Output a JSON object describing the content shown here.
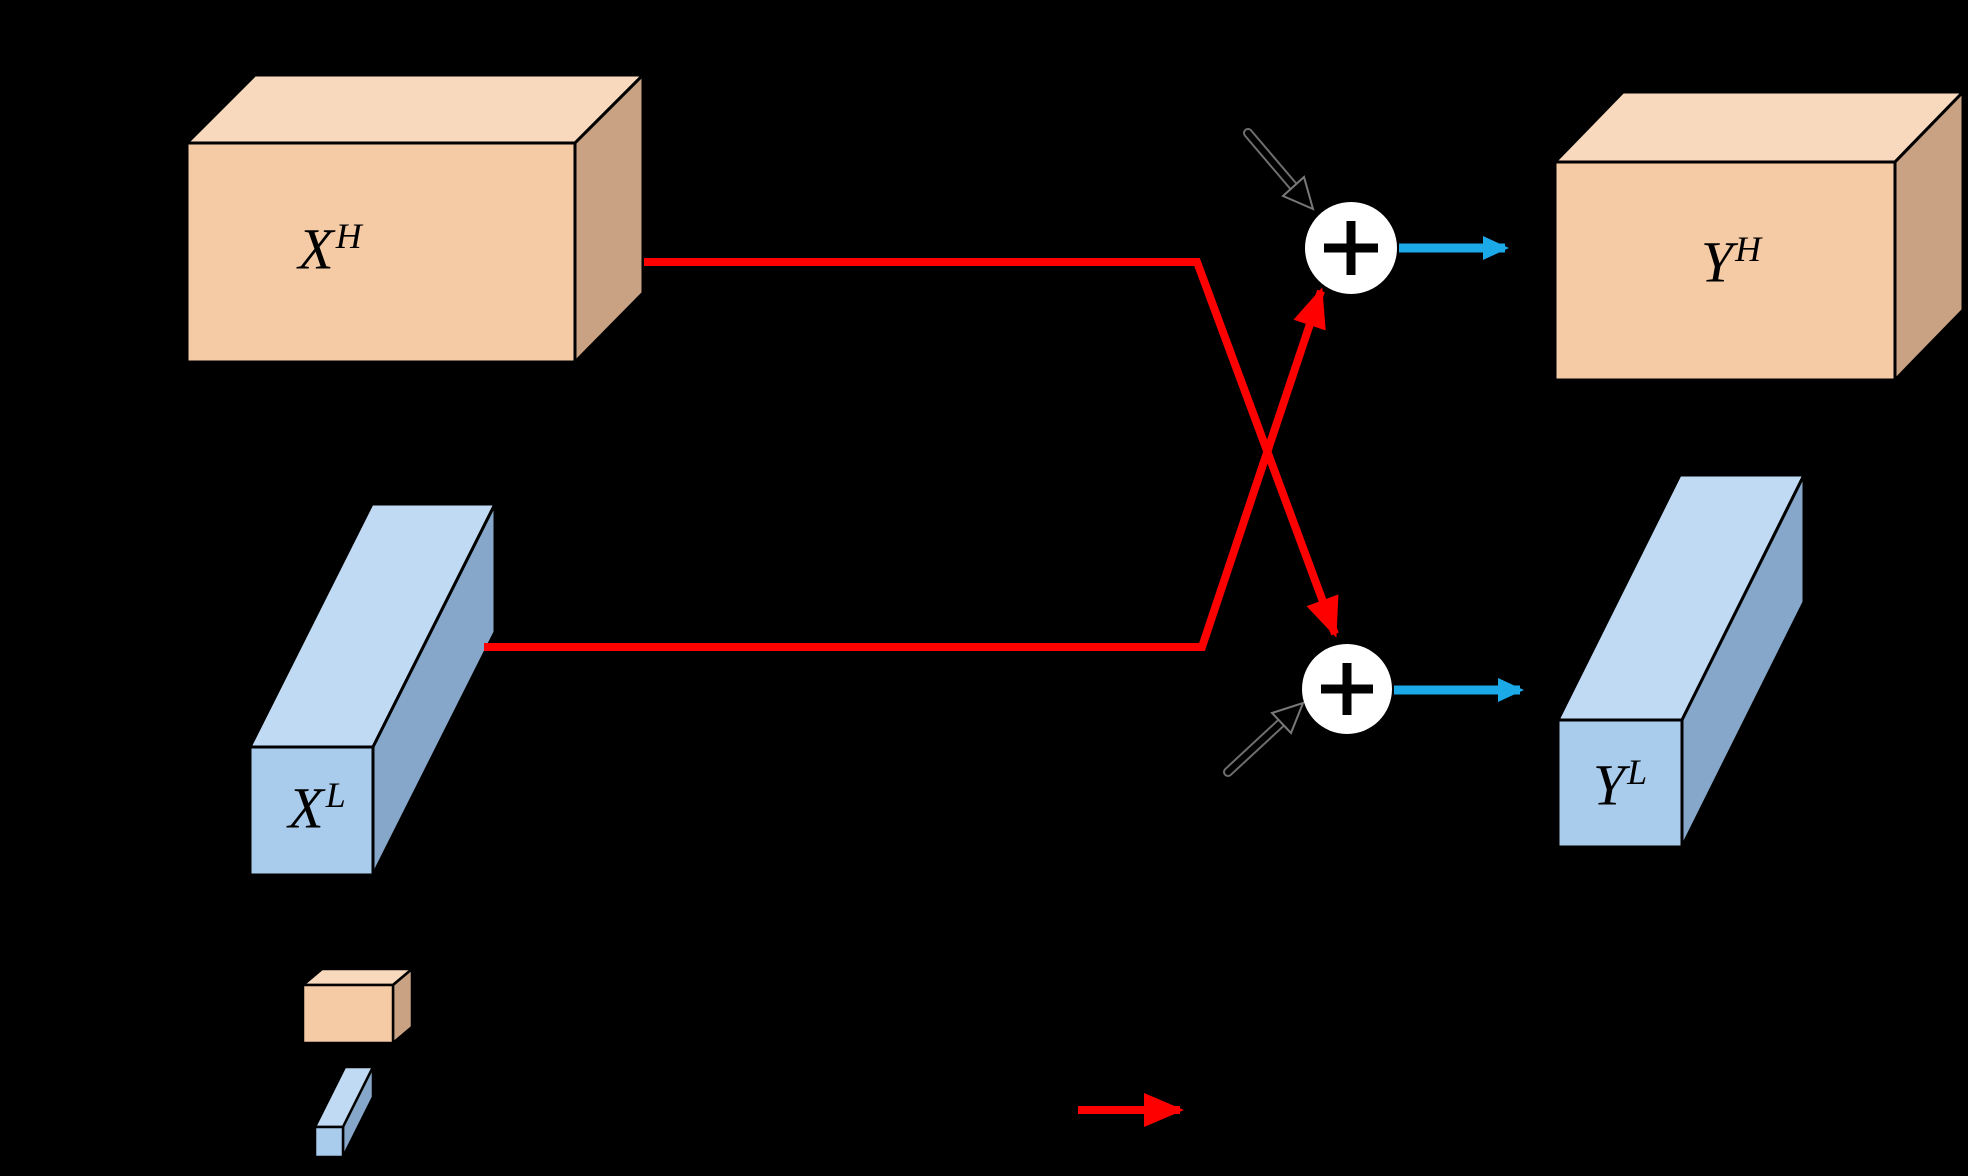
{
  "diagram": {
    "tensors": {
      "x_high": {
        "base": "X",
        "sup": "H"
      },
      "x_low": {
        "base": "X",
        "sup": "L"
      },
      "y_high": {
        "base": "Y",
        "sup": "H"
      },
      "y_low": {
        "base": "Y",
        "sup": "L"
      }
    },
    "operators": [
      {
        "icon": "plus-circle",
        "symbol": "+"
      },
      {
        "icon": "plus-circle",
        "symbol": "+"
      }
    ],
    "legend": {
      "items": [
        {
          "icon": "high-frequency-tensor-swatch"
        },
        {
          "icon": "low-frequency-tensor-swatch"
        },
        {
          "icon": "red-arrow-swatch"
        }
      ]
    },
    "colors": {
      "background": "#000000",
      "peach_front": "#F5CBA6",
      "peach_top": "#F8D9BE",
      "peach_side": "#C9A183",
      "blue_front": "#A9CBEC",
      "blue_top": "#C1DAF3",
      "blue_side": "#86A7C9",
      "red_arrow": "#FE0000",
      "cyan_arrow": "#1CA9E8",
      "plus_circle_fill": "#FFFFFF",
      "plus_sign": "#000000",
      "black_arrow": "#000000"
    }
  }
}
